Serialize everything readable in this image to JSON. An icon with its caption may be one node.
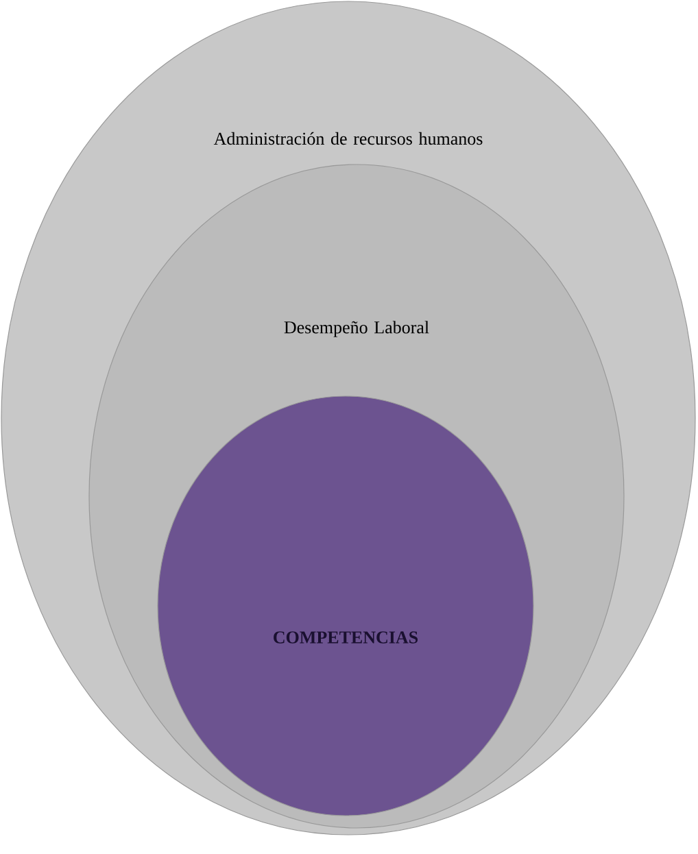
{
  "diagram": {
    "nodes": [
      {
        "text": [
          "Administración de recursos humanos"
        ]
      },
      {
        "text": [
          "Desempeño Laboral"
        ],
        "in": 0
      },
      {
        "text": [
          "COMPETENCIAS"
        ],
        "in": 1
      }
    ]
  }
}
